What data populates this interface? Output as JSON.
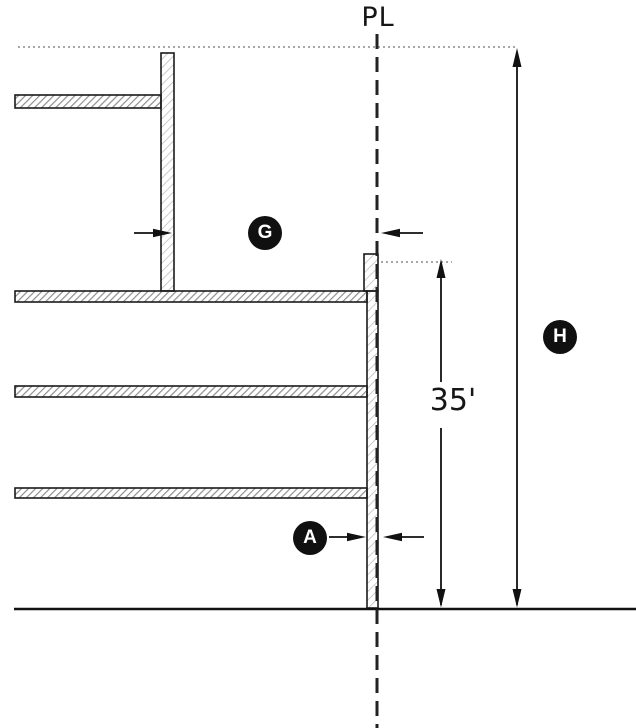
{
  "labels": {
    "property_line": "PL",
    "height_dim": "35'",
    "keynote_g": "G",
    "keynote_h": "H",
    "keynote_a": "A"
  },
  "colors": {
    "line": "#1a1a1a",
    "dashed_property_line": "#222222",
    "dotted_reference": "#8a8a8a",
    "hatch_dense": "#8f8f8f",
    "hatch_light": "#b3b3b3",
    "badge_background": "#101010",
    "badge_text": "#ffffff",
    "background": "#ffffff"
  }
}
